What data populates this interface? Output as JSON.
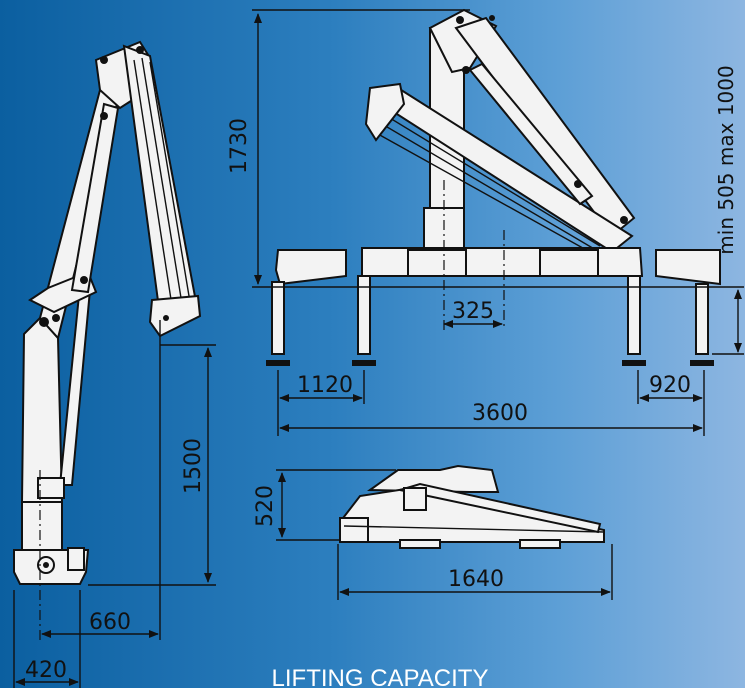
{
  "dimensions": {
    "d1730": "1730",
    "d1500": "1500",
    "d660": "660",
    "d420": "420",
    "d325": "325",
    "d1120": "1120",
    "d920": "920",
    "d3600": "3600",
    "d520": "520",
    "d1640": "1640",
    "stroke": "min 505 max 1000"
  },
  "caption": "LIFTING CAPACITY",
  "colors": {
    "background_left": "#0b5fa0",
    "background_right": "#8db6e1",
    "part_fill": "#f3f3f3",
    "line": "#111111",
    "caption": "#ffffff"
  }
}
